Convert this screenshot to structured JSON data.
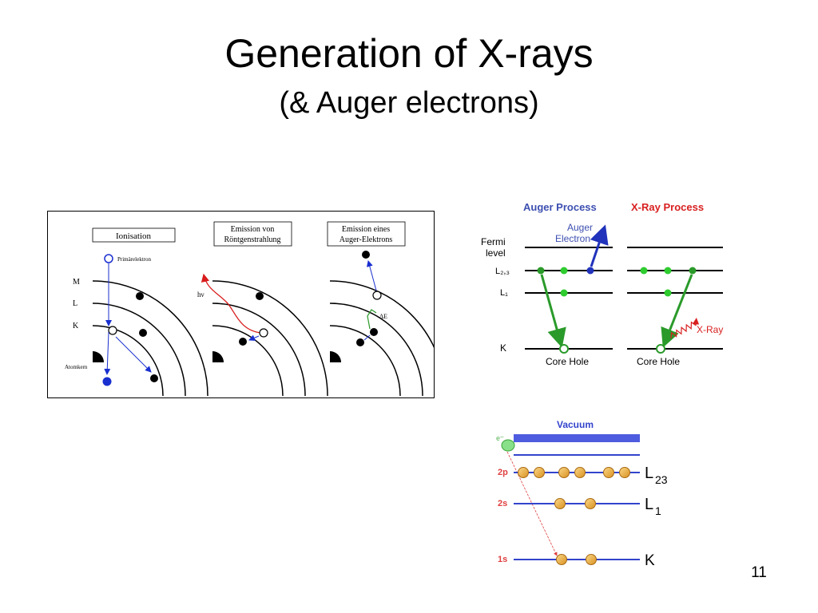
{
  "slide": {
    "title": "Generation of X-rays",
    "subtitle": "(& Auger electrons)",
    "page_number": "11"
  },
  "atom_panels": {
    "panel1": {
      "heading": "Ionisation",
      "primary_electron": "Primärelektron",
      "shell_m": "M",
      "shell_l": "L",
      "shell_k": "K",
      "nucleus": "Atomkern"
    },
    "panel2": {
      "heading_line1": "Emission von",
      "heading_line2": "Röntgenstrahlung",
      "photon": "hν"
    },
    "panel3": {
      "heading_line1": "Emission eines",
      "heading_line2": "Auger-Elektrons",
      "delta_e": "ΔE"
    }
  },
  "auger_xray": {
    "auger_title": "Auger Process",
    "xray_title": "X-Ray Process",
    "fermi_line1": "Fermi",
    "fermi_line2": "level",
    "level_l23": "L₂,₃",
    "level_l1": "L₁",
    "level_k": "K",
    "auger_electron_line1": "Auger",
    "auger_electron_line2": "Electron",
    "xray_label": "X-Ray",
    "core_hole_left": "Core Hole",
    "core_hole_right": "Core Hole"
  },
  "orbital_diagram": {
    "vacuum": "Vacuum",
    "e_label": "e⁻",
    "orbital_2p": "2p",
    "orbital_2s": "2s",
    "orbital_1s": "1s",
    "shell_l": "L",
    "shell_l_sub": "23",
    "shell_l1": "L",
    "shell_l1_sub": "1",
    "shell_k": "K"
  },
  "colors": {
    "auger_title": "#3d4fb0",
    "xray_title": "#d92020",
    "green": "#2a9a2a",
    "blue": "#2233bb",
    "orbital_line": "#3344cc",
    "orbital_label": "#e04040",
    "electron_fill": "#f0b04a"
  }
}
